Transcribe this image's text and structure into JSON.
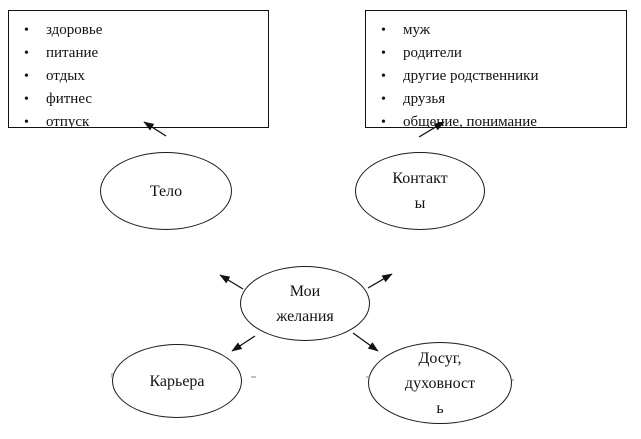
{
  "diagram": {
    "bullet": "•",
    "left_box": {
      "items": [
        "здоровье",
        "питание",
        "отдых",
        "фитнес",
        "отпуск"
      ]
    },
    "right_box": {
      "items": [
        "муж",
        "родители",
        "другие родственники",
        "друзья",
        "общение, понимание"
      ]
    },
    "nodes": {
      "body": "Тело",
      "contacts": "Контакт\nы",
      "center": "Мои\nжелания",
      "career": "Карьера",
      "leisure": "Досуг,\nдуховност\nь"
    },
    "colors": {
      "ink": "#111111",
      "background": "#ffffff"
    }
  }
}
